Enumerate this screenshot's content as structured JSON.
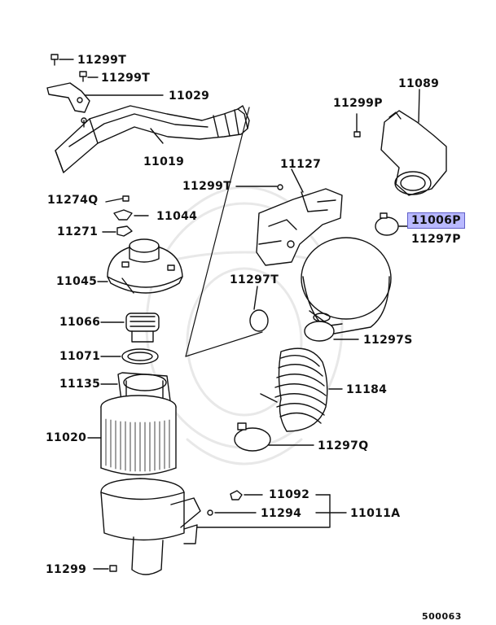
{
  "labels": {
    "p11299T_a": "11299T",
    "p11299T_b": "11299T",
    "p11029": "11029",
    "p11019": "11019",
    "p11299T_c": "11299T",
    "p11127": "11127",
    "p11089": "11089",
    "p11299P": "11299P",
    "p11006P": "11006P",
    "p11297P": "11297P",
    "p11274Q": "11274Q",
    "p11044": "11044",
    "p11271": "11271",
    "p11045": "11045",
    "p11297T": "11297T",
    "p11066": "11066",
    "p11297S": "11297S",
    "p11071": "11071",
    "p11135": "11135",
    "p11184": "11184",
    "p11020": "11020",
    "p11297Q": "11297Q",
    "p11092": "11092",
    "p11294": "11294",
    "p11011A": "11011A",
    "p11299": "11299"
  },
  "highlighted_part": "11006P",
  "diagram_code": "500063",
  "colors": {
    "highlight": "#b9b9ff",
    "ink": "#111111"
  }
}
